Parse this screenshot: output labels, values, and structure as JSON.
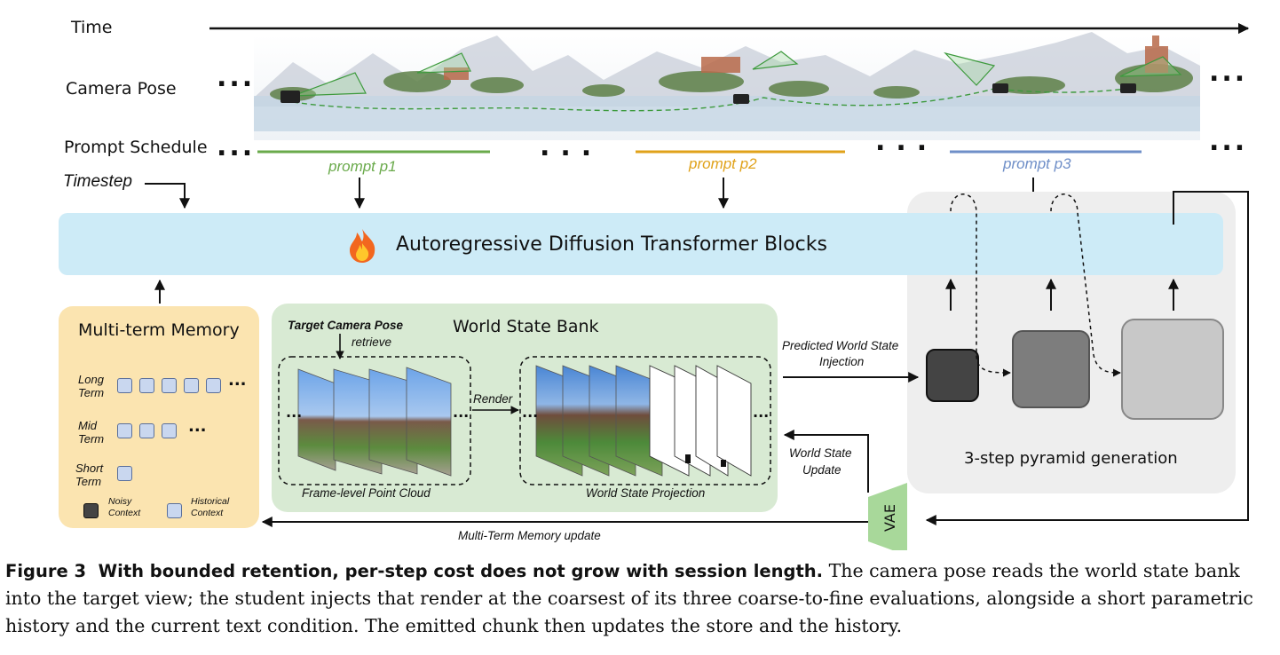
{
  "rows": {
    "time": "Time",
    "camera_pose": "Camera Pose",
    "prompt_schedule": "Prompt Schedule",
    "timestep": "Timestep"
  },
  "ellipsis": "...",
  "prompts": [
    {
      "label": "prompt p1",
      "color": "#6aaa4b"
    },
    {
      "label": "prompt p2",
      "color": "#e0a21a"
    },
    {
      "label": "prompt p3",
      "color": "#6f8fc8"
    }
  ],
  "transformer": {
    "label": "Autoregressive Diffusion Transformer Blocks",
    "fire_icon": "fire-icon",
    "color": "#cdebf7"
  },
  "memory": {
    "title": "Multi-term Memory",
    "long_term": "Long Term",
    "mid_term": "Mid Term",
    "short_term": "Short Term",
    "noisy_context": "Noisy Context",
    "historical_context": "Historical Context",
    "color": "#fbe4b0"
  },
  "world_state_bank": {
    "title": "World State Bank",
    "target_camera_pose": "Target Camera Pose",
    "retrieve": "retrieve",
    "render": "Render",
    "point_cloud": "Frame-level Point  Cloud",
    "projection": "World State Projection",
    "color": "#d8ead3"
  },
  "arrows": {
    "predicted_injection_line1": "Predicted World State",
    "predicted_injection_line2": "Injection",
    "world_state_update_line1": "World  State",
    "world_state_update_line2": "Update",
    "memory_update": "Multi-Term Memory update"
  },
  "vae": {
    "label": "VAE",
    "color": "#a8d89a"
  },
  "pyramid": {
    "label": "3-step pyramid generation",
    "color": "#eeeeee"
  },
  "caption": {
    "label": "Figure 3",
    "bold": "With bounded retention, per-step cost does not grow with session length.",
    "text": "The camera pose reads the world state bank into the target view; the student injects that render at the coarsest of its three coarse-to-fine evaluations, alongside a short parametric history and the current text condition. The emitted chunk then updates the store and the history."
  }
}
